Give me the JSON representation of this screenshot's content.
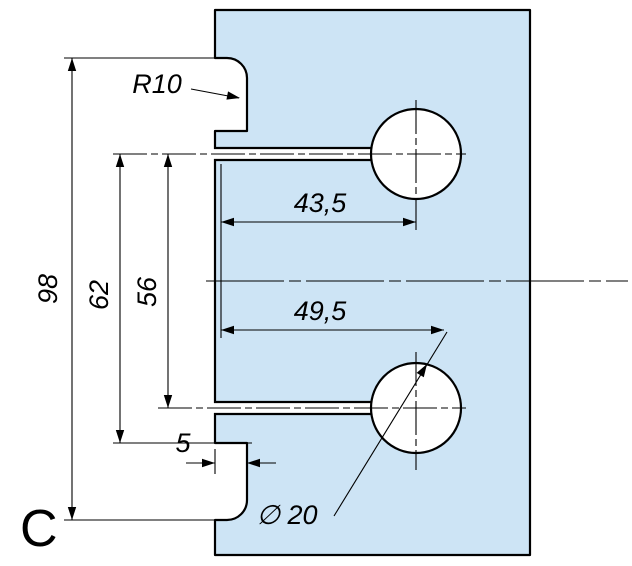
{
  "drawing": {
    "view_label": "C",
    "colors": {
      "part_fill": "#cde4f5",
      "line": "#000000",
      "background": "#ffffff"
    },
    "dimensions": {
      "fillet_radius": "R10",
      "overall_height": "98",
      "height_outer": "62",
      "height_inner": "56",
      "top_hole_offset": "43,5",
      "bottom_hole_offset": "49,5",
      "notch_depth": "5",
      "hole_diameter": "∅ 20"
    }
  }
}
